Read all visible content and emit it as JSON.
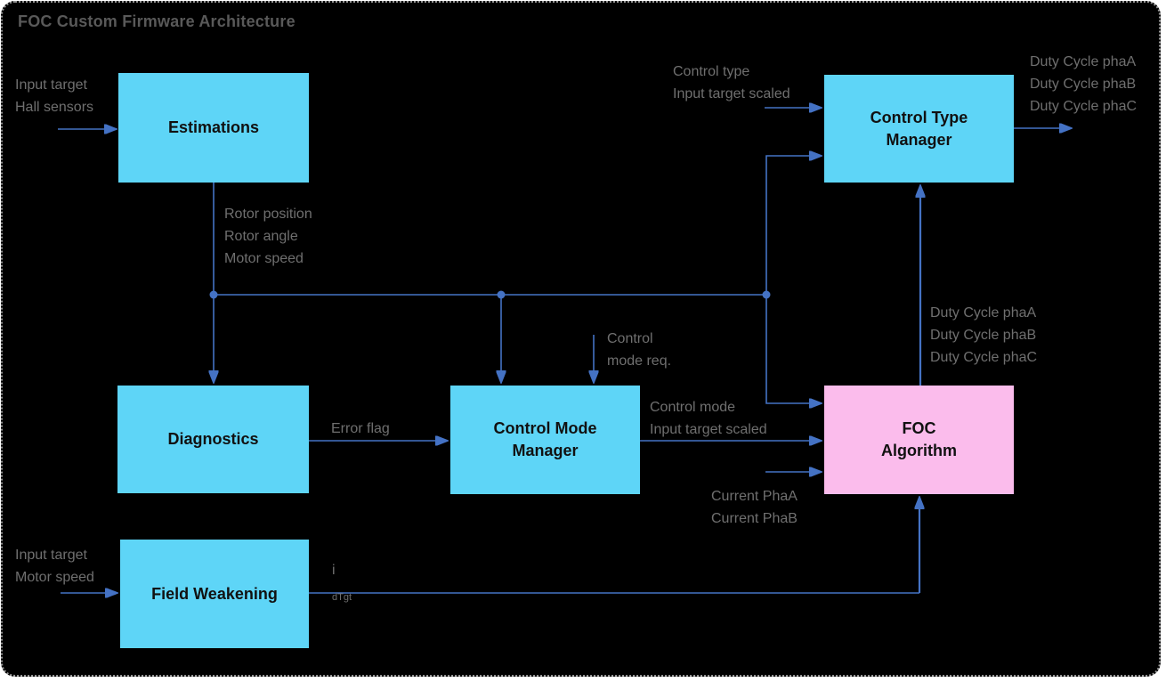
{
  "title": "FOC Custom Firmware Architecture",
  "colors": {
    "page_bg": "#ffffff",
    "canvas_bg": "#000000",
    "border_dots": "#9a9a9a",
    "block_cyan": "#5ed5f7",
    "block_pink": "#fbbcec",
    "block_text": "#111111",
    "wire": "#4472c4",
    "label_text": "#6f6f6f",
    "title_text": "#595959"
  },
  "blocks": {
    "estimations": {
      "lines": [
        "Estimations"
      ]
    },
    "control_type_manager": {
      "lines": [
        "Control Type",
        "Manager"
      ]
    },
    "diagnostics": {
      "lines": [
        "Diagnostics"
      ]
    },
    "control_mode_manager": {
      "lines": [
        "Control Mode",
        "Manager"
      ]
    },
    "foc_algorithm": {
      "lines": [
        "FOC",
        "Algorithm"
      ]
    },
    "field_weakening": {
      "lines": [
        "Field Weakening"
      ]
    }
  },
  "edge_labels": {
    "estimations_inputs": [
      "Input target",
      "Hall sensors"
    ],
    "estimations_outputs": [
      "Rotor position",
      "Rotor angle",
      "Motor speed"
    ],
    "control_type_inputs": [
      "Control type",
      "Input target scaled"
    ],
    "duty_cycle_outputs": [
      "Duty Cycle phaA",
      "Duty Cycle phaB",
      "Duty Cycle phaC"
    ],
    "control_mode_request": [
      "Control",
      "mode req."
    ],
    "error_flag": [
      "Error flag"
    ],
    "control_mode_outputs": [
      "Control mode",
      "Input target scaled"
    ],
    "current_inputs": [
      "Current PhaA",
      "Current PhaB"
    ],
    "foc_duty_outputs": [
      "Duty Cycle phaA",
      "Duty Cycle phaB",
      "Duty Cycle phaC"
    ],
    "field_weakening_inputs": [
      "Input target",
      "Motor speed"
    ],
    "field_weakening_output": {
      "main": "i",
      "sub": "dTgt"
    }
  }
}
